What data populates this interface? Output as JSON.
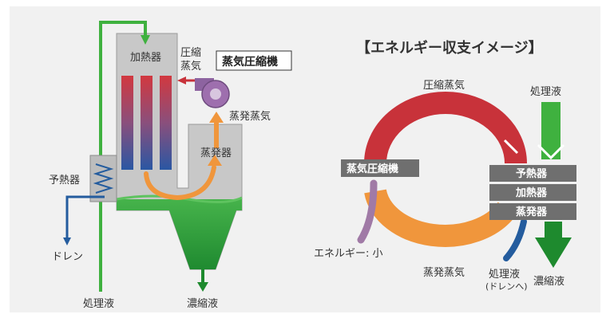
{
  "colors": {
    "background": "#f1f1f1",
    "vessel_body": "#c8c8c8",
    "vessel_inner": "#bcbcbc",
    "liquid_green": "#3fae49",
    "liquid_dark": "#1e8a2e",
    "feed_green": "#3fb13f",
    "drain_blue": "#245c9e",
    "steam_orange": "#f0963c",
    "compressed_red": "#c8323a",
    "compressor_purple": "#9e6fae",
    "energy_purple": "#a07aa6",
    "label_box": "#6f6f6f",
    "text": "#333333"
  },
  "left": {
    "heater_label": "加熱器",
    "compressed_label_1": "圧縮",
    "compressed_label_2": "蒸気",
    "compressor_label": "蒸気圧縮機",
    "vapor_label": "蒸発蒸気",
    "evaporator_label": "蒸発器",
    "preheater_label": "予熱器",
    "drain_label": "ドレン",
    "feed_label": "処理液",
    "concentrate_label": "濃縮液"
  },
  "right": {
    "title": "【エネルギー収支イメージ】",
    "compressed_steam": "圧縮蒸気",
    "feed": "処理液",
    "compressor": "蒸気圧縮機",
    "stack": [
      "予熱器",
      "加熱器",
      "蒸発器"
    ],
    "energy": "エネルギー: 小",
    "evaporated_steam": "蒸発蒸気",
    "drain_liquid": "処理液",
    "drain_sub": "(ドレンへ)",
    "concentrate": "濃縮液"
  }
}
